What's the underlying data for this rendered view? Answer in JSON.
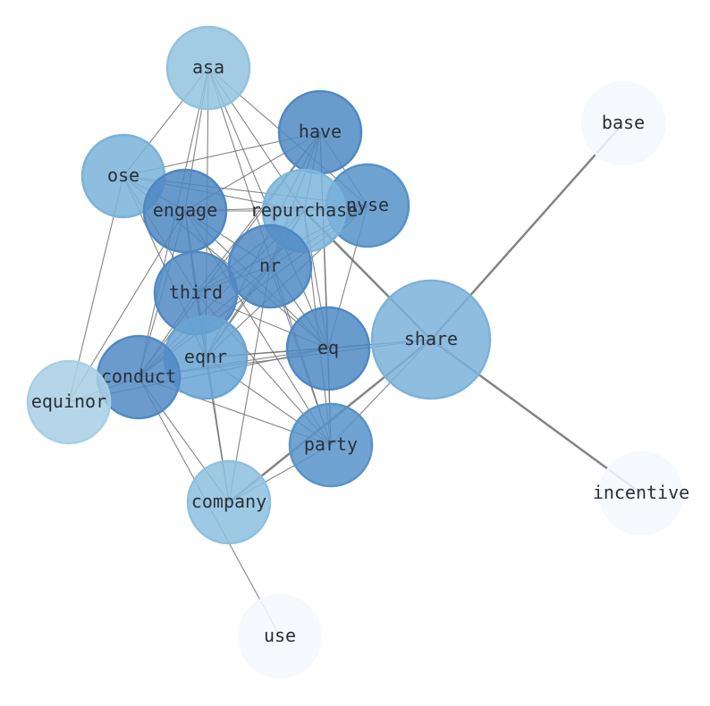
{
  "graph": {
    "nodes": [
      {
        "id": "asa",
        "color": "#92c2df"
      },
      {
        "id": "have",
        "color": "#4f89c3"
      },
      {
        "id": "base",
        "color": "#f5f9fe"
      },
      {
        "id": "ose",
        "color": "#79b2d9"
      },
      {
        "id": "nyse",
        "color": "#5592c8"
      },
      {
        "id": "repurchase",
        "color": "#7db5da"
      },
      {
        "id": "engage",
        "color": "#4d87c2"
      },
      {
        "id": "nr",
        "color": "#4f89c3"
      },
      {
        "id": "third",
        "color": "#5089c3"
      },
      {
        "id": "eqnr",
        "color": "#69a5d3"
      },
      {
        "id": "share",
        "color": "#7bb2d9"
      },
      {
        "id": "eq",
        "color": "#4f89c3"
      },
      {
        "id": "conduct",
        "color": "#5089c3"
      },
      {
        "id": "equinor",
        "color": "#a8cfe4"
      },
      {
        "id": "party",
        "color": "#5893ca"
      },
      {
        "id": "company",
        "color": "#8dc0df"
      },
      {
        "id": "incentive",
        "color": "#f5f9fe"
      },
      {
        "id": "use",
        "color": "#f5f9fe"
      }
    ],
    "edges": [
      [
        "asa",
        "ose"
      ],
      [
        "asa",
        "engage"
      ],
      [
        "asa",
        "eqnr"
      ],
      [
        "asa",
        "repurchase"
      ],
      [
        "asa",
        "eq"
      ],
      [
        "asa",
        "party"
      ],
      [
        "asa",
        "nyse"
      ],
      [
        "asa",
        "conduct"
      ],
      [
        "have",
        "ose"
      ],
      [
        "have",
        "engage"
      ],
      [
        "have",
        "repurchase"
      ],
      [
        "have",
        "nyse"
      ],
      [
        "have",
        "nr"
      ],
      [
        "have",
        "third"
      ],
      [
        "have",
        "eqnr"
      ],
      [
        "have",
        "conduct"
      ],
      [
        "have",
        "eq"
      ],
      [
        "have",
        "party"
      ],
      [
        "ose",
        "repurchase"
      ],
      [
        "ose",
        "nyse"
      ],
      [
        "ose",
        "engage"
      ],
      [
        "ose",
        "third"
      ],
      [
        "ose",
        "eq"
      ],
      [
        "ose",
        "equinor"
      ],
      [
        "ose",
        "eqnr"
      ],
      [
        "engage",
        "repurchase"
      ],
      [
        "engage",
        "nyse"
      ],
      [
        "engage",
        "nr"
      ],
      [
        "engage",
        "third"
      ],
      [
        "engage",
        "eqnr"
      ],
      [
        "engage",
        "eq"
      ],
      [
        "engage",
        "party"
      ],
      [
        "engage",
        "company"
      ],
      [
        "engage",
        "conduct"
      ],
      [
        "engage",
        "equinor"
      ],
      [
        "repurchase",
        "nyse"
      ],
      [
        "repurchase",
        "nr"
      ],
      [
        "repurchase",
        "third"
      ],
      [
        "repurchase",
        "eqnr"
      ],
      [
        "repurchase",
        "conduct"
      ],
      [
        "repurchase",
        "eq"
      ],
      [
        "repurchase",
        "party"
      ],
      [
        "nyse",
        "nr"
      ],
      [
        "nyse",
        "third"
      ],
      [
        "nyse",
        "eqnr"
      ],
      [
        "nyse",
        "conduct"
      ],
      [
        "nyse",
        "eq"
      ],
      [
        "nr",
        "third"
      ],
      [
        "nr",
        "eqnr"
      ],
      [
        "nr",
        "conduct"
      ],
      [
        "nr",
        "eq"
      ],
      [
        "nr",
        "party"
      ],
      [
        "nr",
        "company"
      ],
      [
        "third",
        "eqnr"
      ],
      [
        "third",
        "eq"
      ],
      [
        "third",
        "conduct"
      ],
      [
        "third",
        "party"
      ],
      [
        "eqnr",
        "eq"
      ],
      [
        "eqnr",
        "party"
      ],
      [
        "eqnr",
        "company"
      ],
      [
        "eqnr",
        "share"
      ],
      [
        "conduct",
        "eq"
      ],
      [
        "conduct",
        "share"
      ],
      [
        "conduct",
        "equinor"
      ],
      [
        "conduct",
        "party"
      ],
      [
        "conduct",
        "company"
      ],
      [
        "conduct",
        "use"
      ],
      [
        "equinor",
        "eq"
      ],
      [
        "eq",
        "share"
      ],
      [
        "eq",
        "party"
      ],
      [
        "party",
        "company"
      ],
      [
        "party",
        "share"
      ]
    ],
    "strong_edges": [
      [
        "share",
        "repurchase"
      ],
      [
        "share",
        "company"
      ],
      [
        "share",
        "base"
      ],
      [
        "share",
        "incentive"
      ]
    ]
  }
}
